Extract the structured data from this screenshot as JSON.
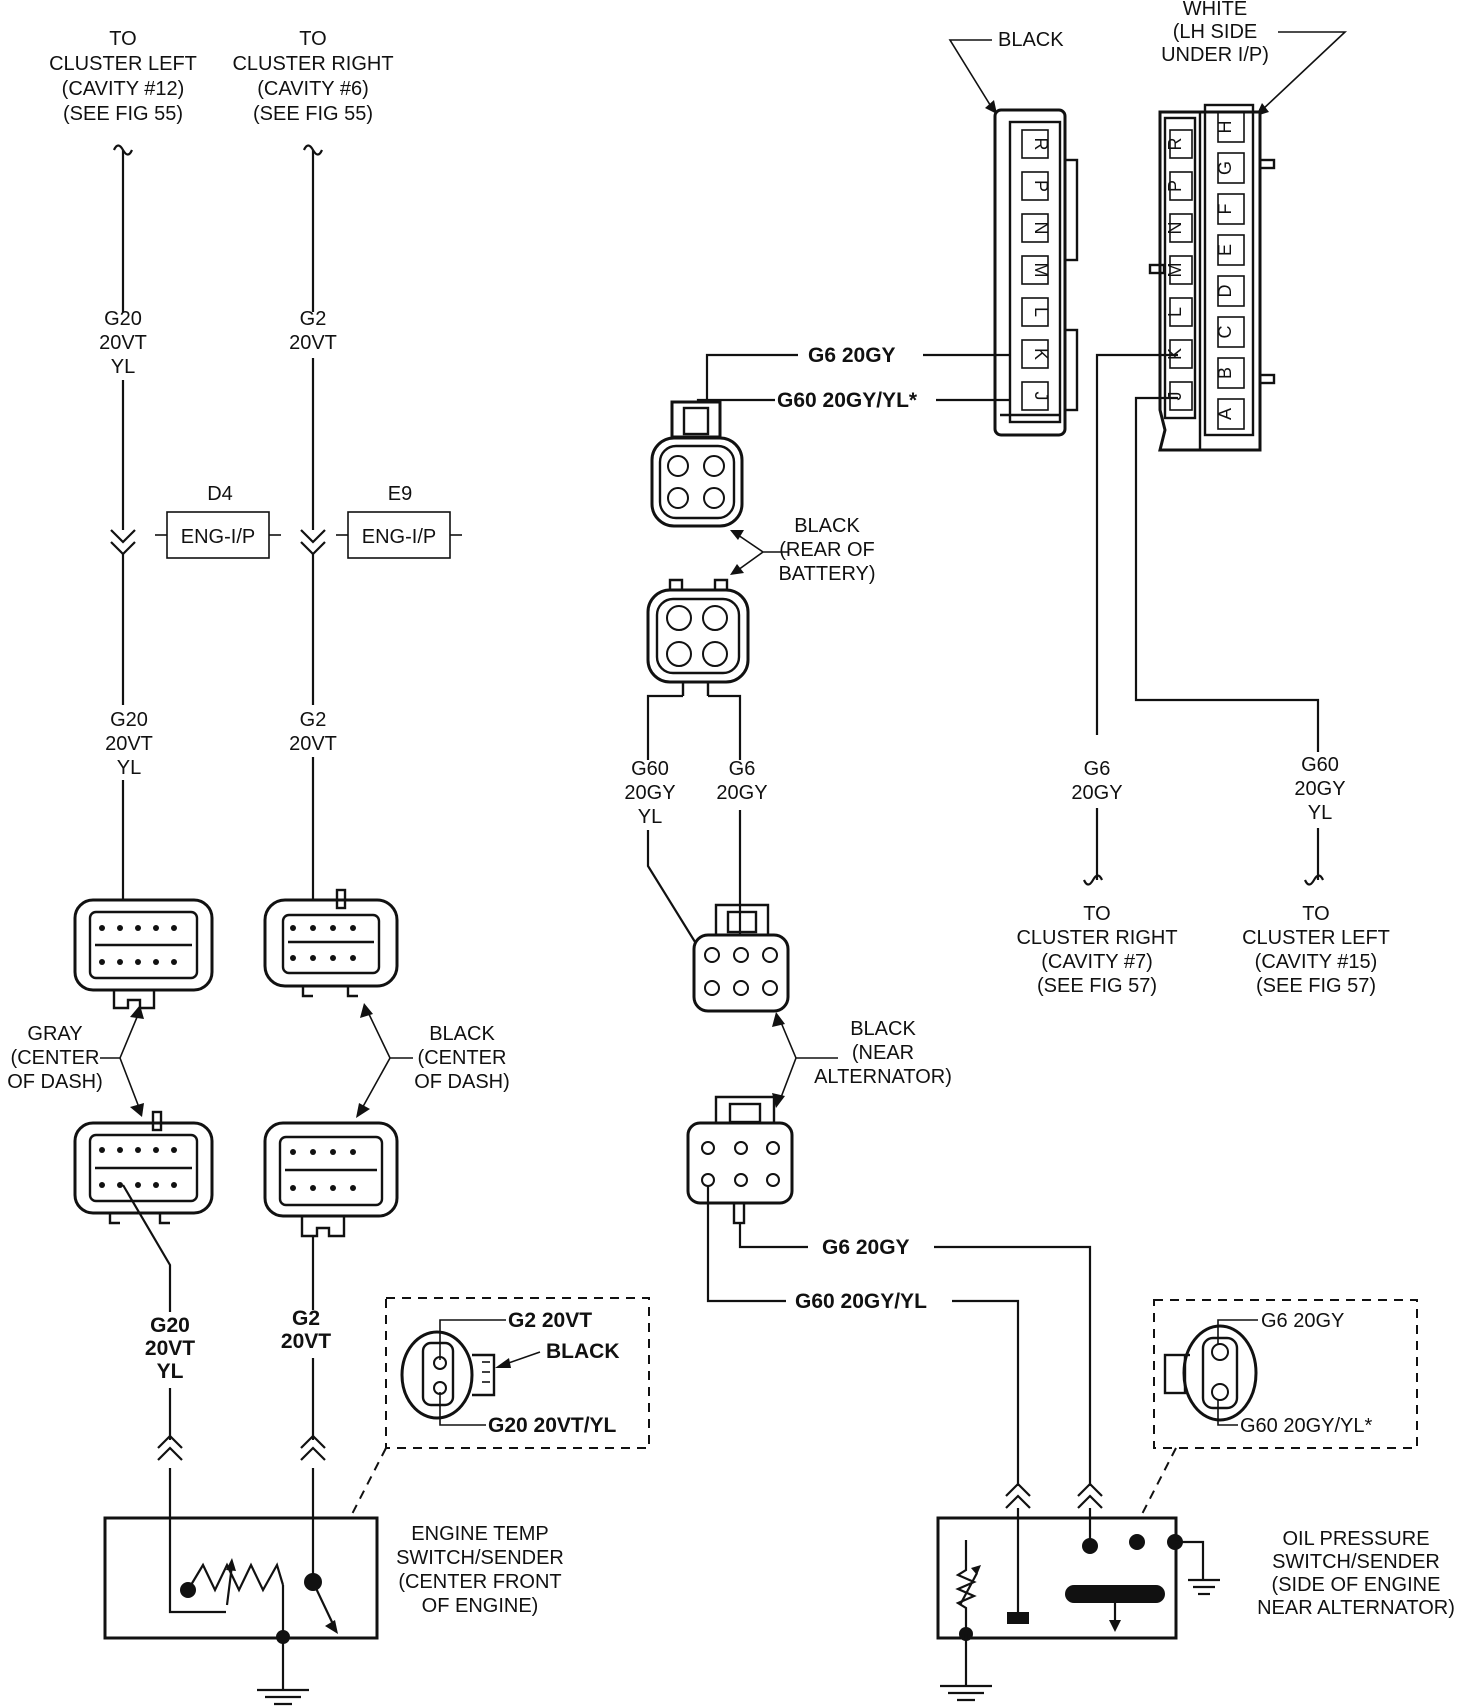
{
  "left_refs": {
    "cluster_left": [
      "TO",
      "CLUSTER LEFT",
      "(CAVITY #12)",
      "(SEE FIG 55)"
    ],
    "cluster_right": [
      "TO",
      "CLUSTER RIGHT",
      "(CAVITY #6)",
      "(SEE FIG 55)"
    ]
  },
  "left_wires": {
    "g20_top": [
      "G20",
      "20VT",
      "YL"
    ],
    "g2_top": [
      "G2",
      "20VT"
    ],
    "g20_mid": [
      "G20",
      "20VT",
      "YL"
    ],
    "g2_mid": [
      "G2",
      "20VT"
    ],
    "g20_bot": [
      "G20",
      "20VT",
      "YL"
    ],
    "g2_bot": [
      "G2",
      "20VT"
    ]
  },
  "splices": {
    "d4": {
      "id": "D4",
      "text": "ENG-I/P"
    },
    "e9": {
      "id": "E9",
      "text": "ENG-I/P"
    }
  },
  "left_connectors": {
    "gray": [
      "GRAY",
      "(CENTER",
      "OF DASH)"
    ],
    "black": [
      "BLACK",
      "(CENTER",
      "OF DASH)"
    ]
  },
  "engine_temp_detail": {
    "g2": "G2 20VT",
    "color": "BLACK",
    "g20": "G20 20VT/YL"
  },
  "engine_temp": [
    "ENGINE TEMP",
    "SWITCH/SENDER",
    "(CENTER FRONT",
    "OF ENGINE)"
  ],
  "ip_connectors": {
    "black": "BLACK",
    "white": [
      "WHITE",
      "(LH SIDE",
      "UNDER I/P)"
    ],
    "black_pins": [
      "R",
      "P",
      "N",
      "M",
      "L",
      "K",
      "J"
    ],
    "white_inner_pins": [
      "R",
      "P",
      "N",
      "M",
      "L",
      "K",
      "J"
    ],
    "white_outer_pins": [
      "H",
      "G",
      "F",
      "E",
      "D",
      "C",
      "B",
      "A"
    ]
  },
  "middle_wires": {
    "g6": "G6 20GY",
    "g60": "G60 20GY/YL*",
    "g60_lower": [
      "G60",
      "20GY",
      "YL"
    ],
    "g6_lower": [
      "G6",
      "20GY"
    ],
    "g6_bottom": "G6   20GY",
    "g60_bottom": "G60   20GY/YL"
  },
  "battery_connector": [
    "BLACK",
    "(REAR OF",
    "BATTERY)"
  ],
  "alternator_connector": [
    "BLACK",
    "(NEAR",
    "ALTERNATOR)"
  ],
  "right_wires": {
    "g6": [
      "G6",
      "20GY"
    ],
    "g60": [
      "G60",
      "20GY",
      "YL"
    ]
  },
  "right_refs": {
    "cluster_right": [
      "TO",
      "CLUSTER RIGHT",
      "(CAVITY #7)",
      "(SEE FIG 57)"
    ],
    "cluster_left": [
      "TO",
      "CLUSTER LEFT",
      "(CAVITY #15)",
      "(SEE FIG 57)"
    ]
  },
  "oil_detail": {
    "g6": "G6   20GY",
    "g60": "G60   20GY/YL*"
  },
  "oil_pressure": [
    "OIL PRESSURE",
    "SWITCH/SENDER",
    "(SIDE OF ENGINE",
    "NEAR ALTERNATOR)"
  ]
}
